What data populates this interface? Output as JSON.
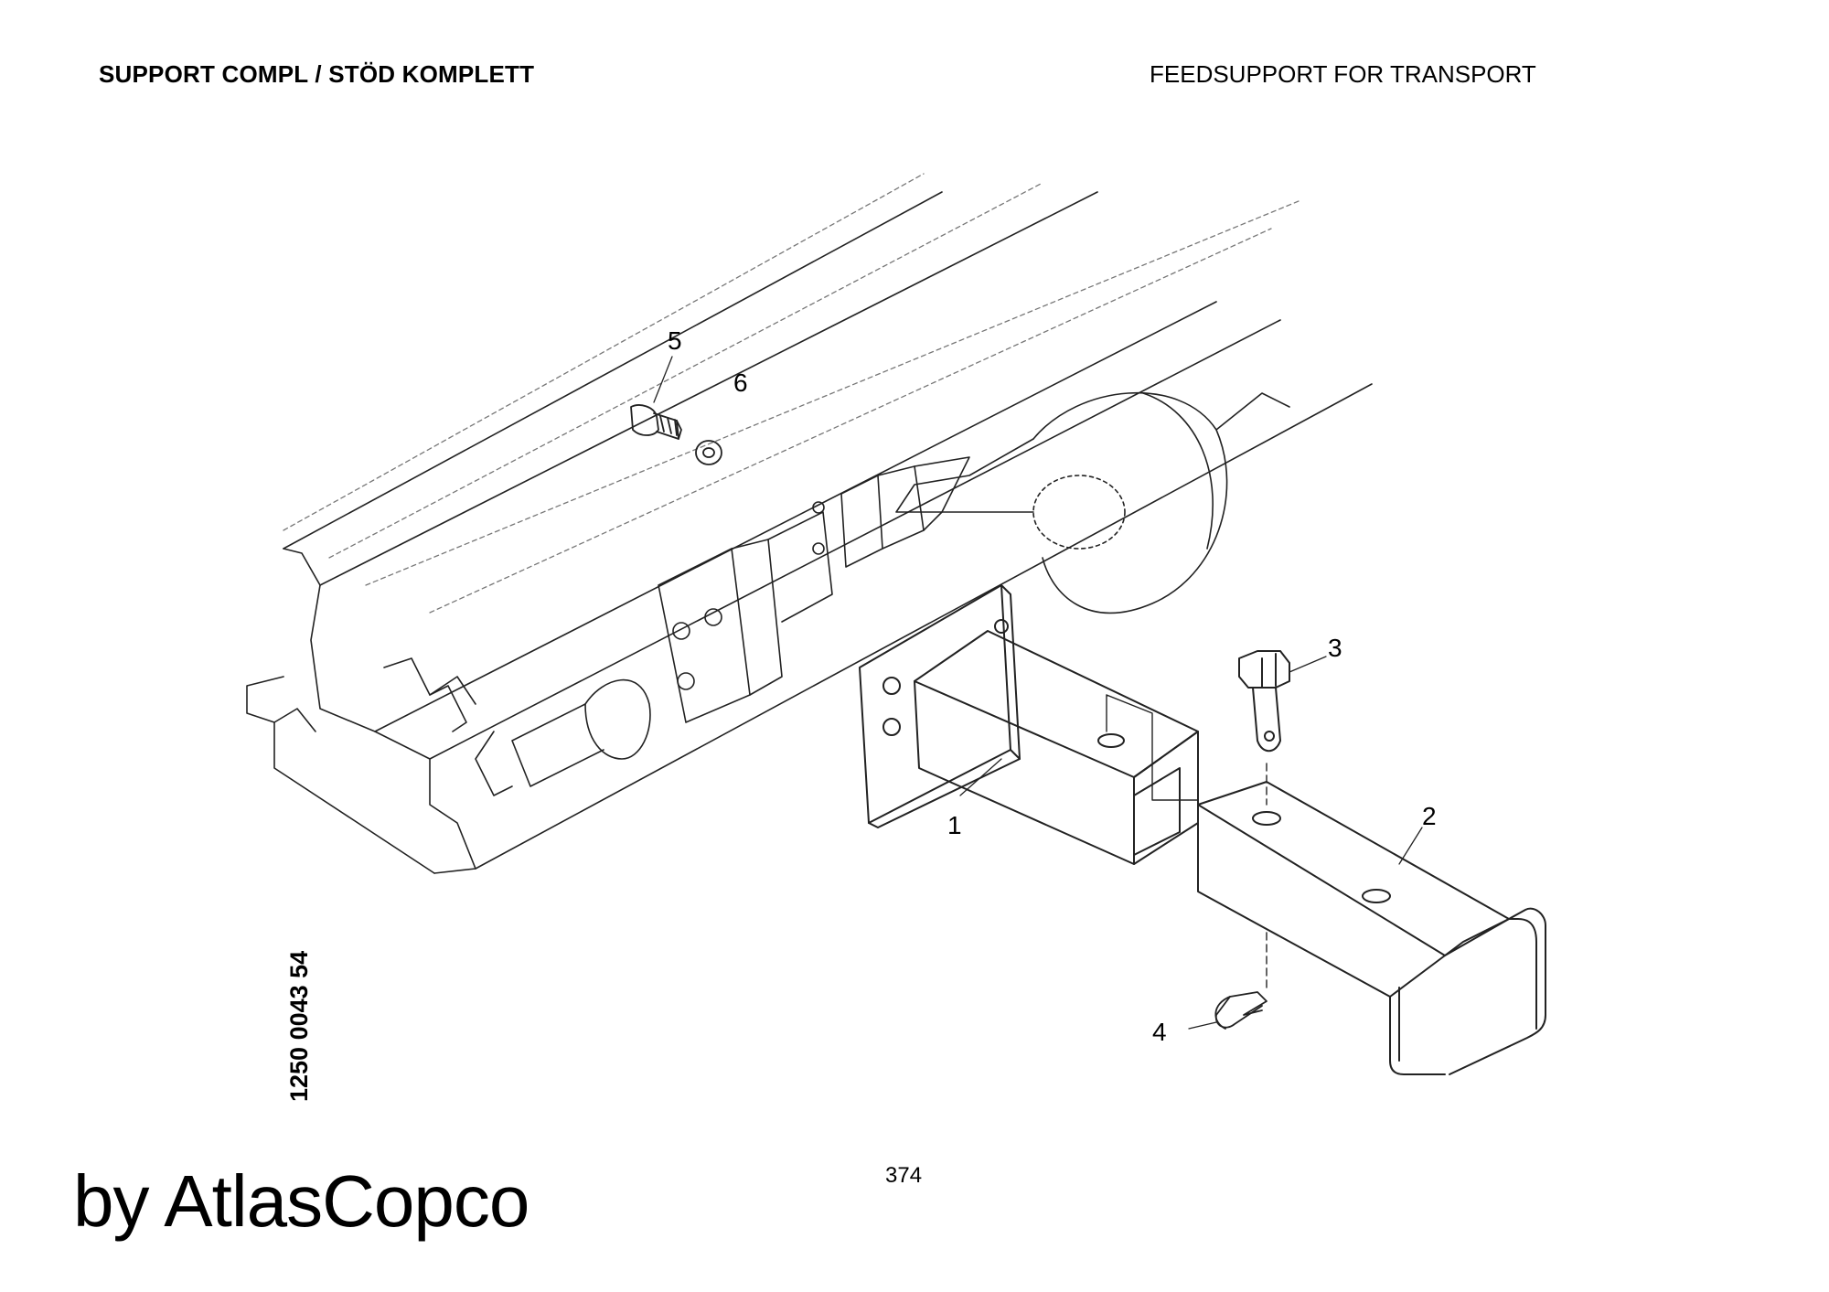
{
  "header": {
    "title_left": "SUPPORT COMPL / STÖD KOMPLETT",
    "title_right": "FEEDSUPPORT FOR TRANSPORT"
  },
  "drawing": {
    "document_number": "1250 0043 54",
    "callouts": [
      "1",
      "2",
      "3",
      "4",
      "5",
      "6"
    ]
  },
  "footer": {
    "page_number": "374",
    "brand": "by AtlasCopco"
  }
}
